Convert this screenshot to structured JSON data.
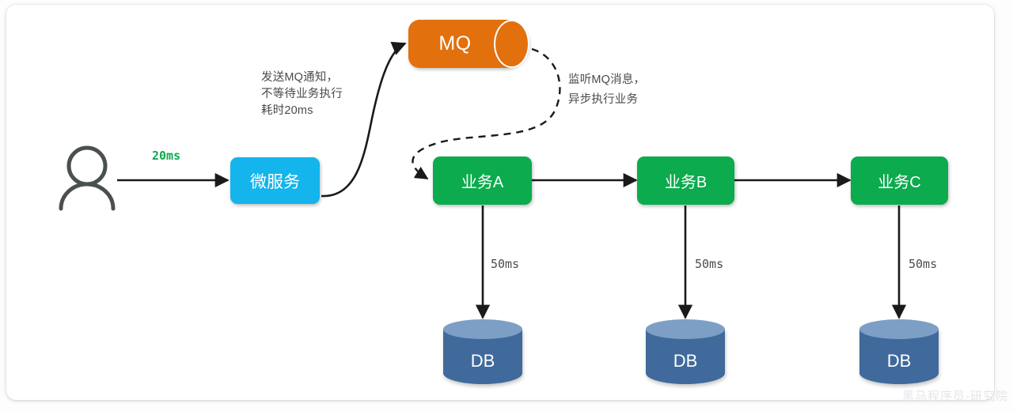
{
  "diagram": {
    "title": "MQ asynchronous business flow",
    "background_color": "#ffffff",
    "nodes": {
      "user": {
        "icon": "user-icon",
        "color": "#4a4f4f"
      },
      "microservice": {
        "label": "微服务",
        "color": "#14b4ec",
        "text_color": "#ffffff"
      },
      "mq": {
        "label": "MQ",
        "color": "#e2700d",
        "text_color": "#ffffff"
      },
      "business_a": {
        "label": "业务A",
        "color": "#0cab4d",
        "text_color": "#ffffff"
      },
      "business_b": {
        "label": "业务B",
        "color": "#0cab4d",
        "text_color": "#ffffff"
      },
      "business_c": {
        "label": "业务C",
        "color": "#0cab4d",
        "text_color": "#ffffff"
      },
      "db_a": {
        "label": "DB",
        "color": "#3f6a9b",
        "top_color": "#7d9fc5"
      },
      "db_b": {
        "label": "DB",
        "color": "#3f6a9b",
        "top_color": "#7d9fc5"
      },
      "db_c": {
        "label": "DB",
        "color": "#3f6a9b",
        "top_color": "#7d9fc5"
      }
    },
    "edge_labels": {
      "user_to_ms": "20ms",
      "ms_to_mq_line1": "发送MQ通知，",
      "ms_to_mq_line2": "不等待业务执行",
      "ms_to_mq_line3": "耗时20ms",
      "mq_to_a_line1": "监听MQ消息，",
      "mq_to_a_line2": "异步执行业务",
      "a_to_db": "50ms",
      "b_to_db": "50ms",
      "c_to_db": "50ms"
    },
    "accent_colors": {
      "green_text": "#0fa84f",
      "gray_text": "#4a4a4a",
      "mq_orange": "#e2700d",
      "service_cyan": "#14b4ec",
      "business_green": "#0cab4d",
      "db_blue": "#3f6a9b"
    },
    "watermark": "黑马程序员-研究院"
  }
}
